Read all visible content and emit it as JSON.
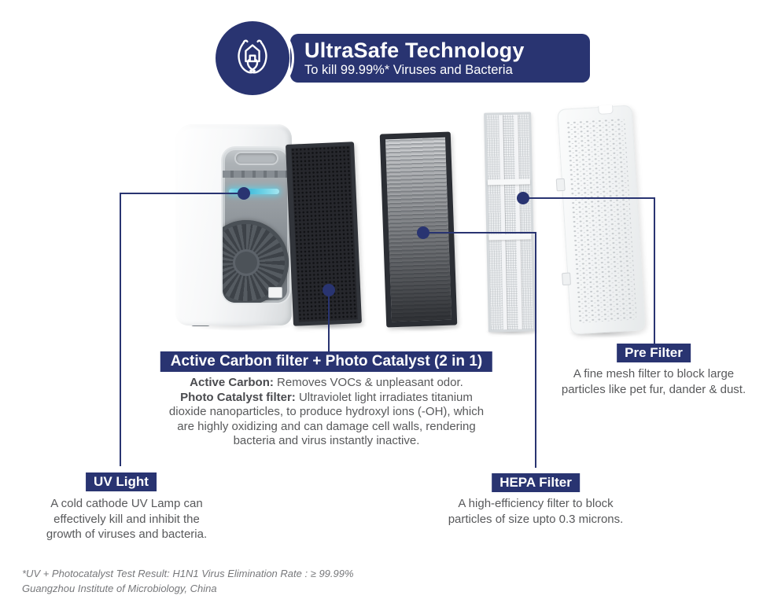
{
  "colors": {
    "navy": "#293471",
    "text_gray": "#58595B",
    "footnote_gray": "#77787B",
    "uv_tube_cyan": "#3fb9d9"
  },
  "header": {
    "icon": "hands-protect-home-icon",
    "title": "UltraSafe Technology",
    "subtitle": "To kill 99.99%* Viruses and Bacteria"
  },
  "callouts": {
    "uv": {
      "label": "UV Light",
      "lines": [
        "A cold cathode UV Lamp can",
        "effectively kill and inhibit the",
        "growth of viruses and bacteria."
      ]
    },
    "carbon": {
      "label": "Active Carbon filter + Photo Catalyst (2 in 1)",
      "line1_bold": "Active Carbon:",
      "line1_rest": "Removes VOCs & unpleasant odor.",
      "line2_bold": "Photo Catalyst filter:",
      "line2_rest": "Ultraviolet light irradiates titanium",
      "line3": "dioxide nanoparticles, to produce hydroxyl ions (-OH), which",
      "line4": "are highly oxidizing and can damage cell walls, rendering",
      "line5": "bacteria and virus instantly inactive."
    },
    "hepa": {
      "label": "HEPA Filter",
      "lines": [
        "A high-efficiency filter to block",
        "particles of size upto 0.3 microns."
      ]
    },
    "pre": {
      "label": "Pre Filter",
      "lines": [
        "A fine mesh filter to block large",
        "particles like pet fur, dander & dust."
      ]
    }
  },
  "footnote": {
    "line1": "*UV + Photocatalyst Test Result: H1N1 Virus Elimination Rate : ≥ 99.99%",
    "line2": "Guangzhou Institute of Microbiology, China"
  }
}
